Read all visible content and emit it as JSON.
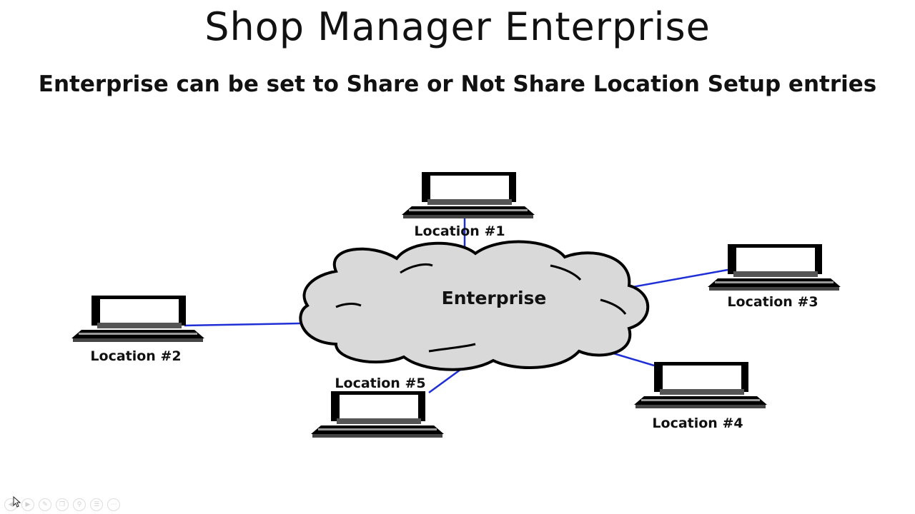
{
  "slide": {
    "title": "Shop Manager Enterprise",
    "subtitle": "Enterprise can be set to Share or Not Share Location Setup entries"
  },
  "diagram": {
    "hub": {
      "label": "Enterprise"
    },
    "nodes": [
      {
        "id": "loc1",
        "label": "Location #1"
      },
      {
        "id": "loc2",
        "label": "Location #2"
      },
      {
        "id": "loc3",
        "label": "Location #3"
      },
      {
        "id": "loc4",
        "label": "Location #4"
      },
      {
        "id": "loc5",
        "label": "Location #5"
      }
    ],
    "link_color": "#1f2fd6"
  },
  "player_controls": {
    "icons": [
      "previous-icon",
      "play-icon",
      "pen-icon",
      "copy-icon",
      "zoom-icon",
      "menu-icon",
      "more-icon"
    ]
  }
}
